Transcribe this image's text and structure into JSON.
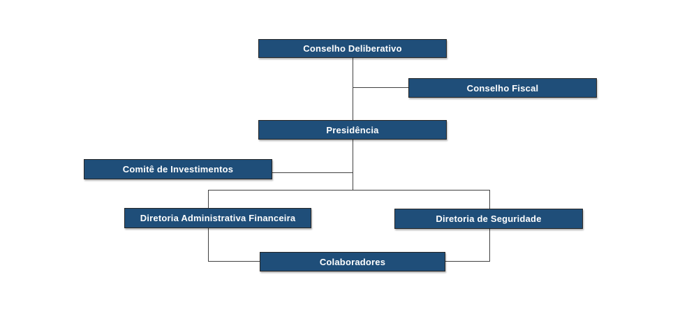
{
  "diagram": {
    "type": "org-chart",
    "colors": {
      "node_fill": "#1F4E79",
      "node_border": "#262626",
      "node_text": "#FFFFFF",
      "connector": "#404040",
      "background": "#FFFFFF"
    },
    "nodes": [
      {
        "id": "conselho-deliberativo",
        "label": "Conselho Deliberativo"
      },
      {
        "id": "conselho-fiscal",
        "label": "Conselho Fiscal"
      },
      {
        "id": "presidencia",
        "label": "Presidência"
      },
      {
        "id": "comite-de-investimentos",
        "label": "Comitê de Investimentos"
      },
      {
        "id": "diretoria-administrativa-financeira",
        "label": "Diretoria Administrativa Financeira"
      },
      {
        "id": "diretoria-de-seguridade",
        "label": "Diretoria de Seguridade"
      },
      {
        "id": "colaboradores",
        "label": "Colaboradores"
      }
    ],
    "edges": [
      {
        "from": "Conselho Deliberativo",
        "to": "Conselho Fiscal"
      },
      {
        "from": "Conselho Deliberativo",
        "to": "Presidência"
      },
      {
        "from": "Presidência",
        "to": "Comitê de Investimentos"
      },
      {
        "from": "Presidência",
        "to": "Diretoria Administrativa Financeira"
      },
      {
        "from": "Presidência",
        "to": "Diretoria de Seguridade"
      },
      {
        "from": "Diretoria Administrativa Financeira",
        "to": "Colaboradores"
      },
      {
        "from": "Diretoria de Seguridade",
        "to": "Colaboradores"
      }
    ]
  }
}
